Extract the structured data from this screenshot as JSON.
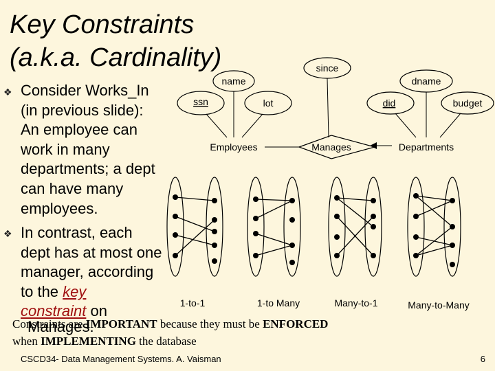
{
  "title": {
    "line1": "Key Constraints",
    "line2": "(a.k.a. Cardinality)"
  },
  "bullets": [
    {
      "lines": [
        "Consider Works_In",
        "(in previous slide):",
        "An employee can",
        "work in many",
        "departments; a dept",
        "can have many",
        "employees."
      ]
    },
    {
      "lines": [
        "In contrast, each",
        "dept has at most one",
        "manager, according"
      ],
      "last_line_prefix": "to the ",
      "keyword": "key",
      "keyword2": "constraint",
      "after_keyword": " on",
      "trailing": "Manages."
    }
  ],
  "er_diagram": {
    "entities": {
      "employees": "Employees",
      "departments": "Departments"
    },
    "relationship": "Manages",
    "attributes": {
      "ssn": "ssn",
      "name": "name",
      "lot": "lot",
      "since": "since",
      "did": "did",
      "dname": "dname",
      "budget": "budget"
    }
  },
  "mapping_labels": [
    "1-to-1",
    "1-to Many",
    "Many-to-1",
    "Many-to-Many"
  ],
  "overlay": {
    "line1_a": "Constraints are ",
    "line1_b": "IMPORTANT",
    "line1_c": " because they must be ",
    "line1_d": "ENFORCED",
    "line2_a": "when ",
    "line2_b": "IMPLEMENTING",
    "line2_c": " the database"
  },
  "footer": "CSCD34- Data Management Systems.  A. Vaisman",
  "page_number": "6",
  "colors": {
    "background": "#fdf6dd",
    "keyword": "#a01010"
  }
}
